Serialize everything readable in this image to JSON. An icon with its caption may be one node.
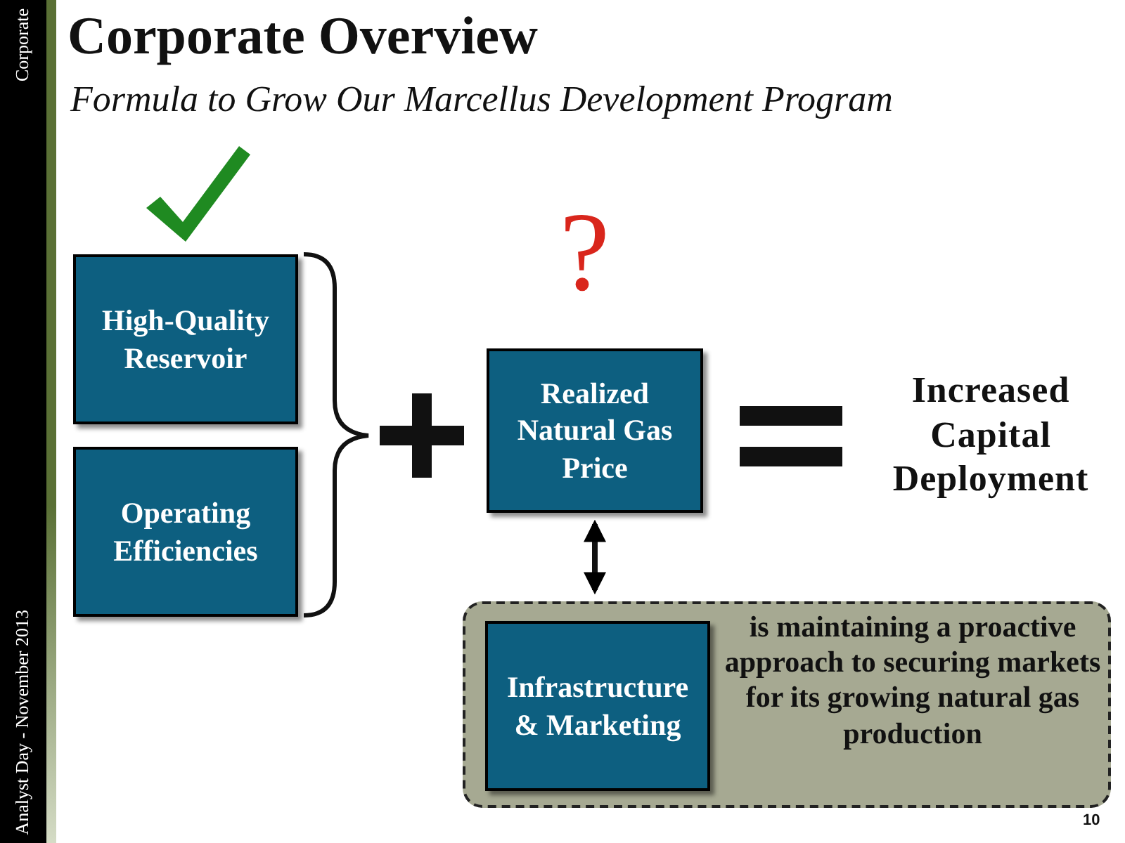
{
  "diagram": {
    "title": "Corporate Overview",
    "nodes": [
      {
        "text": [
          "High-Quality Reservoir"
        ]
      },
      {
        "text": [
          "Operating Efficiencies"
        ]
      },
      {
        "text": [
          "Realized Natural Gas Price"
        ]
      },
      {
        "text": [
          "is maintaining a proactive approach to securing markets for its growing natural gas production"
        ]
      },
      {
        "text": [
          "Infrastructure & Marketing"
        ],
        "in": 3
      }
    ],
    "edges": [
      {
        "from": 2,
        "to": 3,
        "arrow": "both"
      }
    ],
    "labels": [
      "Formula to Grow Our Marcellus Development Program",
      "?",
      "Increased Capital Deployment",
      "Corporate",
      "Analyst Day - November 2013",
      "10"
    ]
  }
}
